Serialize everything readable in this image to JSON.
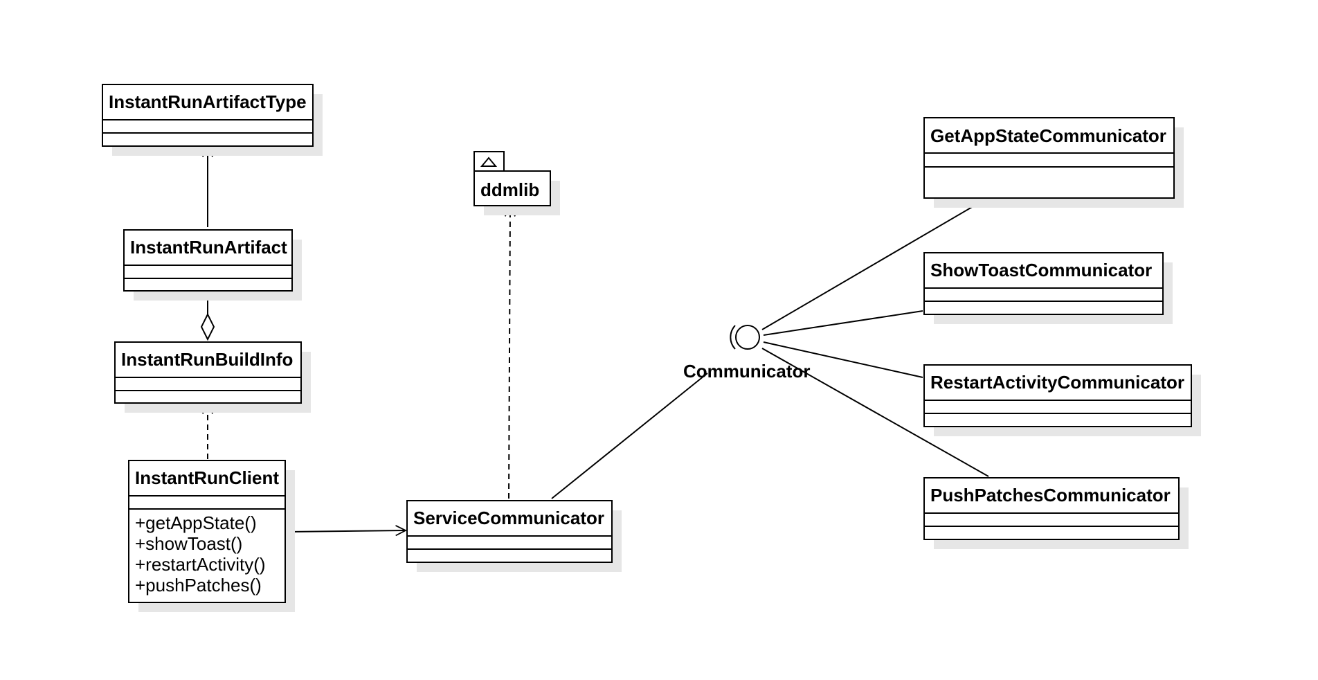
{
  "classes": {
    "artifact_type": {
      "name": "InstantRunArtifactType"
    },
    "artifact": {
      "name": "InstantRunArtifact"
    },
    "build_info": {
      "name": "InstantRunBuildInfo"
    },
    "client": {
      "name": "InstantRunClient",
      "ops": [
        "+getAppState()",
        "+showToast()",
        "+restartActivity()",
        "+pushPatches()"
      ]
    },
    "service": {
      "name": "ServiceCommunicator"
    },
    "get_app_state": {
      "name": "GetAppStateCommunicator"
    },
    "show_toast": {
      "name": "ShowToastCommunicator"
    },
    "restart_activity": {
      "name": "RestartActivityCommunicator"
    },
    "push_patches": {
      "name": "PushPatchesCommunicator"
    }
  },
  "package": {
    "name": "ddmlib"
  },
  "interface": {
    "name": "Communicator"
  },
  "colors": {
    "stroke": "#000000",
    "shadow": "#e6e6e6",
    "background": "#ffffff"
  }
}
